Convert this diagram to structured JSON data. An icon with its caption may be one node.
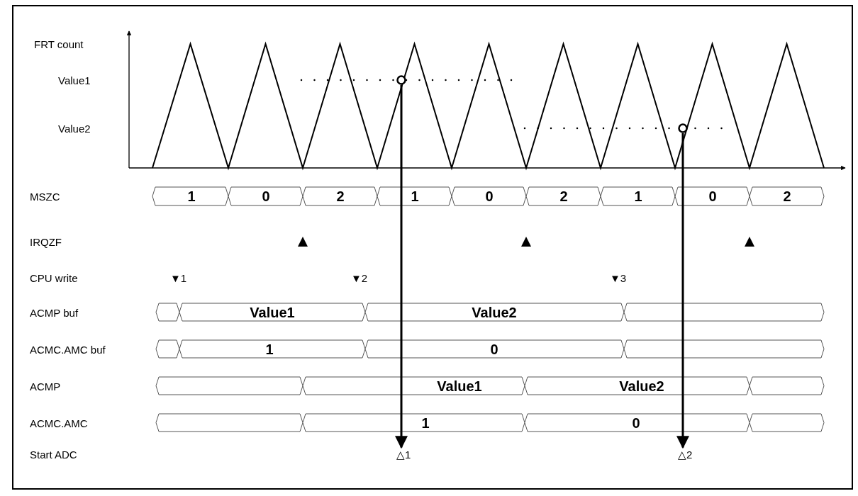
{
  "diagram": {
    "nodes": [
      {
        "text": [],
        "shape": "circle"
      },
      {
        "text": [
          "△1"
        ]
      },
      {
        "text": [],
        "shape": "circle"
      },
      {
        "text": [
          "△2"
        ]
      }
    ],
    "edges": [
      {
        "from": 0,
        "to": 1,
        "arrow": "to"
      },
      {
        "from": 2,
        "to": 3,
        "arrow": "to"
      }
    ],
    "labels": [
      "FRT count",
      "Value1",
      "Value2",
      "MSZC",
      "1",
      "0",
      "2",
      "1",
      "0",
      "2",
      "1",
      "0",
      "2",
      "IRQZF",
      "CPU write",
      "▼1",
      "▼2",
      "▼3",
      "ACMP buf",
      "Value1",
      "Value2",
      "ACMC.AMC buf",
      "1",
      "0",
      "ACMP",
      "Value1",
      "Value2",
      "ACMC.AMC",
      "1",
      "0",
      "Start ADC"
    ]
  }
}
